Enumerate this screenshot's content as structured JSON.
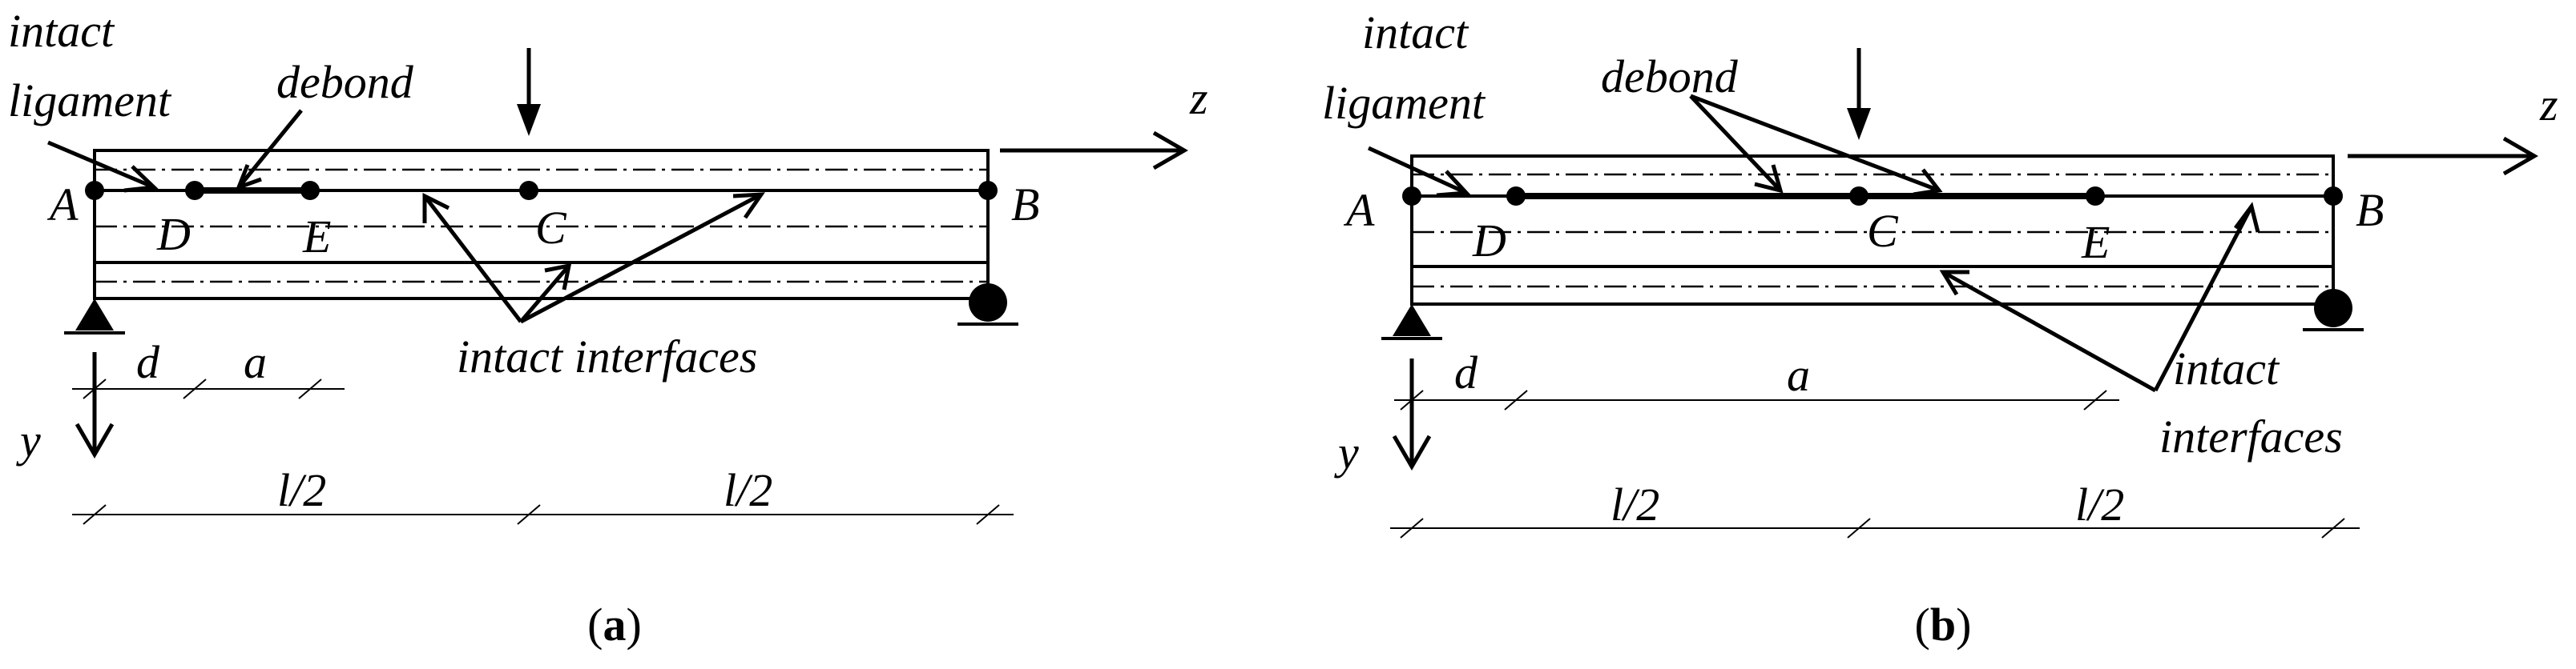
{
  "panels": [
    {
      "id": "a",
      "caption_open": "(",
      "caption_letter": "a",
      "caption_close": ")",
      "labels": {
        "intact": "intact",
        "ligament": "ligament",
        "debond": "debond",
        "axis_z": "z",
        "axis_y": "y",
        "point_A": "A",
        "point_B": "B",
        "point_C": "C",
        "point_D": "D",
        "point_E": "E",
        "intact_interfaces_line1": "intact interfaces",
        "dim_d": "d",
        "dim_a": "a",
        "dim_half_left": "l/2",
        "dim_half_right": "l/2"
      }
    },
    {
      "id": "b",
      "caption_open": "(",
      "caption_letter": "b",
      "caption_close": ")",
      "labels": {
        "intact": "intact",
        "ligament": "ligament",
        "debond": "debond",
        "axis_z": "z",
        "axis_y": "y",
        "point_A": "A",
        "point_B": "B",
        "point_C": "C",
        "point_D": "D",
        "point_E": "E",
        "intact_interfaces_line1": "intact",
        "intact_interfaces_line2": "interfaces",
        "dim_d": "d",
        "dim_a": "a",
        "dim_half_left": "l/2",
        "dim_half_right": "l/2"
      }
    }
  ]
}
